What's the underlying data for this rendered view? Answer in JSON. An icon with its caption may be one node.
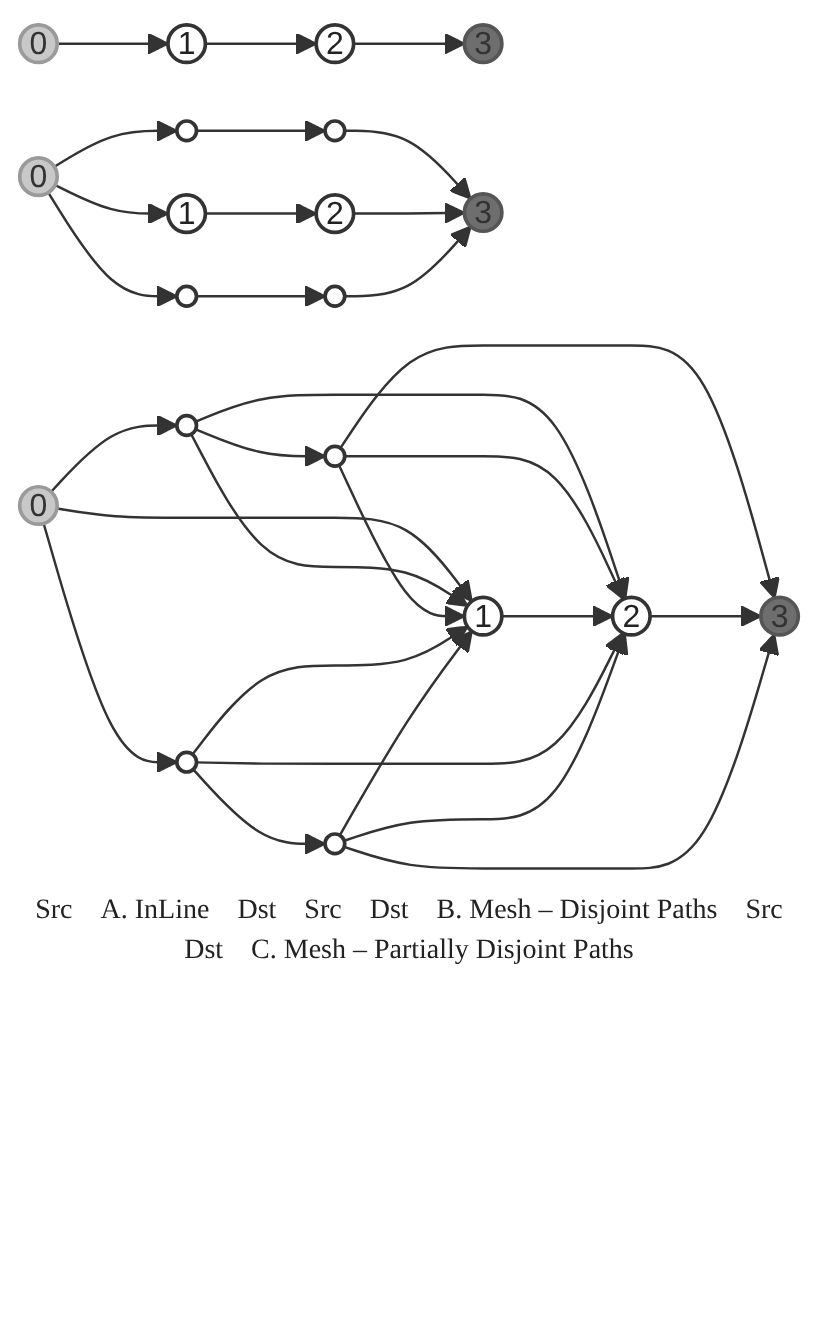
{
  "diagram": {
    "nodes": [
      {
        "text": [
          "0"
        ]
      },
      {
        "text": [
          "1"
        ]
      },
      {
        "text": [
          "2"
        ]
      },
      {
        "text": [
          "3"
        ]
      },
      {
        "text": [],
        "shape": "circle"
      },
      {
        "text": [],
        "shape": "circle"
      },
      {
        "text": [
          "0"
        ]
      },
      {
        "text": [
          "1"
        ]
      },
      {
        "text": [
          "2"
        ]
      },
      {
        "text": [
          "3"
        ]
      },
      {
        "text": [],
        "shape": "circle"
      },
      {
        "text": [],
        "shape": "circle"
      },
      {
        "text": [],
        "shape": "circle"
      },
      {
        "text": [],
        "shape": "circle"
      },
      {
        "text": [
          "0"
        ]
      },
      {
        "text": [
          "1"
        ]
      },
      {
        "text": [
          "2"
        ]
      },
      {
        "text": [
          "3"
        ]
      },
      {
        "text": [],
        "shape": "circle"
      },
      {
        "text": [],
        "shape": "circle"
      }
    ],
    "edges": [
      {
        "from": 0,
        "to": 1,
        "arrow": "to"
      },
      {
        "from": 1,
        "to": 2,
        "arrow": "to"
      },
      {
        "from": 2,
        "to": 3,
        "arrow": "to"
      },
      {
        "from": 6,
        "to": 4,
        "arrow": "to"
      },
      {
        "from": 6,
        "to": 7,
        "arrow": "to"
      },
      {
        "from": 6,
        "to": 10,
        "arrow": "to"
      },
      {
        "from": 4,
        "to": 5,
        "arrow": "to"
      },
      {
        "from": 7,
        "to": 8,
        "arrow": "to"
      },
      {
        "from": 10,
        "to": 11,
        "arrow": "to"
      },
      {
        "from": 5,
        "to": 9,
        "arrow": "to"
      },
      {
        "from": 8,
        "to": 9,
        "arrow": "to"
      },
      {
        "from": 11,
        "to": 9,
        "arrow": "to"
      },
      {
        "from": 14,
        "to": 12,
        "arrow": "to"
      },
      {
        "from": 14,
        "to": 15,
        "arrow": "to"
      },
      {
        "from": 14,
        "to": 18,
        "arrow": "to"
      },
      {
        "from": 12,
        "to": 13,
        "arrow": "to"
      },
      {
        "from": 12,
        "to": 15,
        "arrow": "to"
      },
      {
        "from": 12,
        "to": 16,
        "arrow": "to"
      },
      {
        "from": 13,
        "to": 15,
        "arrow": "to"
      },
      {
        "from": 13,
        "to": 16,
        "arrow": "to"
      },
      {
        "from": 13,
        "to": 17,
        "arrow": "to"
      },
      {
        "from": 15,
        "to": 16,
        "arrow": "to"
      },
      {
        "from": 16,
        "to": 17,
        "arrow": "to"
      },
      {
        "from": 18,
        "to": 15,
        "arrow": "to"
      },
      {
        "from": 18,
        "to": 16,
        "arrow": "to"
      },
      {
        "from": 18,
        "to": 19,
        "arrow": "to"
      },
      {
        "from": 19,
        "to": 15,
        "arrow": "to"
      },
      {
        "from": 19,
        "to": 16,
        "arrow": "to"
      },
      {
        "from": 19,
        "to": 17,
        "arrow": "to"
      }
    ],
    "labels": [
      "Src",
      "A. InLine",
      "Dst",
      "Src",
      "Dst",
      "B. Mesh – Disjoint Paths",
      "Src",
      "Dst",
      "C. Mesh – Partially Disjoint Paths"
    ]
  }
}
